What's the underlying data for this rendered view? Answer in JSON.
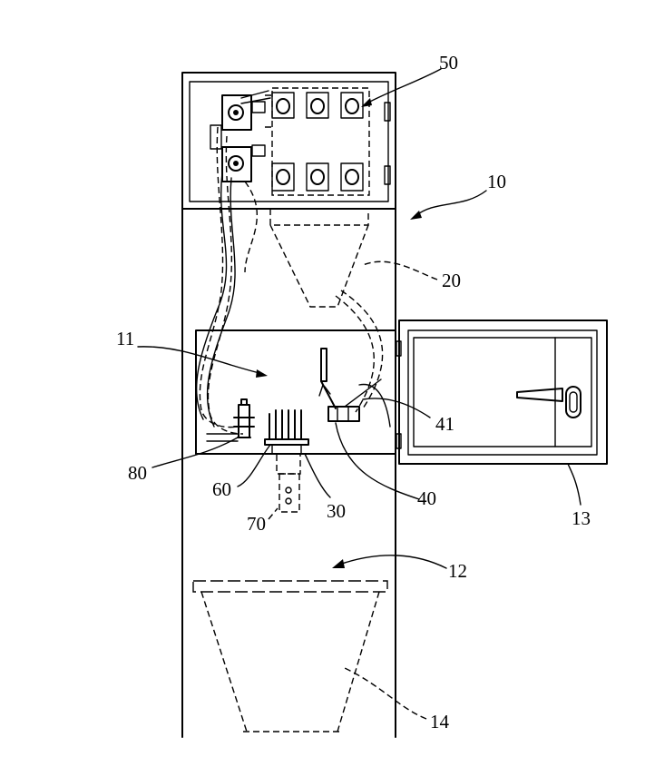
{
  "labels": {
    "l10": "10",
    "l11": "11",
    "l12": "12",
    "l13": "13",
    "l14": "14",
    "l20": "20",
    "l30": "30",
    "l40": "40",
    "l41": "41",
    "l50": "50",
    "l60": "60",
    "l70": "70",
    "l80": "80"
  },
  "colors": {
    "ink": "#000000",
    "paper": "#ffffff"
  }
}
